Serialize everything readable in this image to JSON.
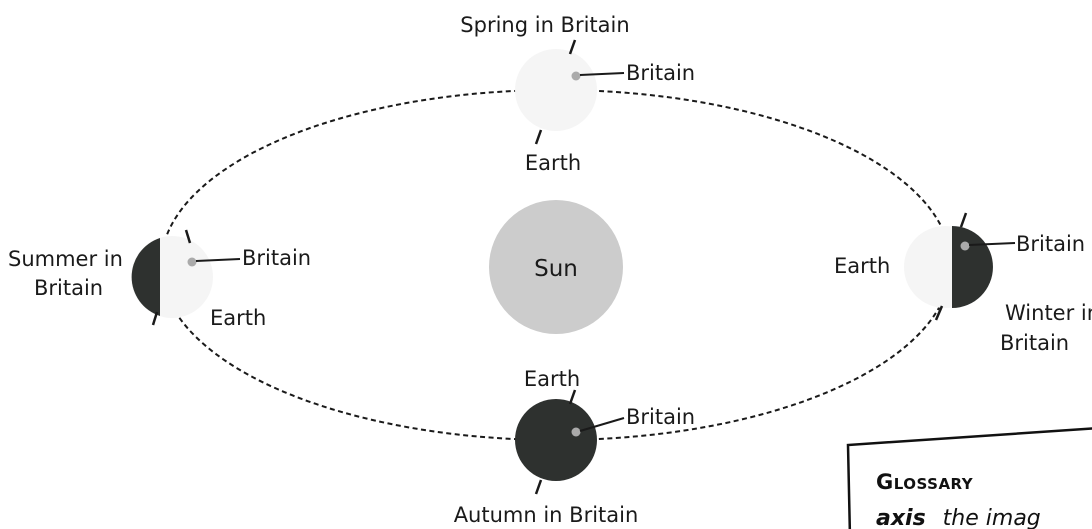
{
  "diagram": {
    "sun_label": "Sun",
    "spring": {
      "season": "Spring in Britain",
      "britain": "Britain",
      "earth": "Earth"
    },
    "summer": {
      "season_line1": "Summer in",
      "season_line2": "Britain",
      "britain": "Britain",
      "earth": "Earth"
    },
    "autumn": {
      "season": "Autumn in Britain",
      "britain": "Britain",
      "earth": "Earth"
    },
    "winter": {
      "season_line1": "Winter in",
      "season_line2": "Britain",
      "britain": "Britain",
      "earth": "Earth"
    }
  },
  "glossary": {
    "title": "Glossary",
    "first_term": "axis",
    "first_definition_start": "the imag"
  },
  "colors": {
    "sun": "#cccccc",
    "dark_side": "#2e312f",
    "light_side": "#f5f5f5",
    "britain_dot": "#aaaaaa",
    "orbit": "#1a1a1a"
  }
}
